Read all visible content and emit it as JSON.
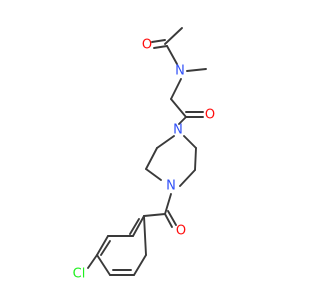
{
  "molecule": {
    "atoms": [
      {
        "id": "O_acetyl",
        "label": "O",
        "color": "#ff0d0d"
      },
      {
        "id": "N_amide",
        "label": "N",
        "color": "#3050f8"
      },
      {
        "id": "O_glycyl",
        "label": "O",
        "color": "#ff0d0d"
      },
      {
        "id": "N_ring_1",
        "label": "N",
        "color": "#3050f8"
      },
      {
        "id": "N_ring_4",
        "label": "N",
        "color": "#3050f8"
      },
      {
        "id": "O_benzoyl",
        "label": "O",
        "color": "#ff0d0d"
      },
      {
        "id": "Cl",
        "label": "Cl",
        "color": "#1ff01f"
      }
    ],
    "bond_color": "#3a3a3a"
  }
}
